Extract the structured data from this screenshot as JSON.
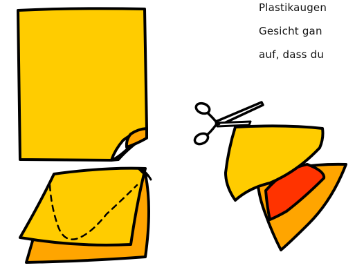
{
  "instructions": {
    "lines": [
      "Plastikaugen",
      "Gesicht gan",
      "auf, dass du"
    ]
  },
  "illustrations": {
    "sheet": {
      "icon": "paper-sheet-curled-corner-icon",
      "color": "#FFCC00",
      "fold_color": "#FFA500"
    },
    "folded_sheets": {
      "icon": "folded-paper-with-cut-line-icon",
      "front_color": "#FFCC00",
      "back_color": "#FFA500"
    },
    "scissors": {
      "icon": "scissors-icon"
    },
    "cut_pieces": {
      "icon": "cut-paper-pieces-icon",
      "top_color": "#FFCC00",
      "middle_color": "#FF3300",
      "bottom_color": "#FFA500"
    }
  }
}
